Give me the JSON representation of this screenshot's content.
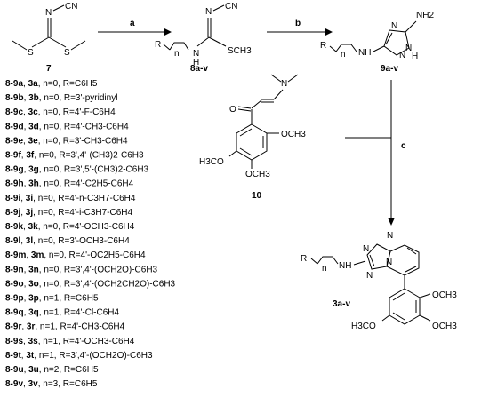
{
  "compounds": {
    "c7": "7",
    "c8": "8a-v",
    "c9": "9a-v",
    "c10": "10",
    "c3": "3a-v"
  },
  "arrows": {
    "a": "a",
    "b": "b",
    "c": "c"
  },
  "atoms": {
    "N": "N",
    "NH": "NH",
    "H": "H",
    "CN": "CN",
    "S": "S",
    "SCH3": "SCH3",
    "NH2": "NH2",
    "R": "R",
    "n": "n",
    "O": "O",
    "OCH3": "OCH3",
    "H3CO": "H3CO"
  },
  "substituent_list": [
    {
      "c89": "8-9a",
      "c3": "3a",
      "desc": ", n=0, R=C6H5"
    },
    {
      "c89": "8-9b",
      "c3": "3b",
      "desc": ", n=0, R=3'-pyridinyl"
    },
    {
      "c89": "8-9c",
      "c3": "3c",
      "desc": ", n=0, R=4'-F-C6H4"
    },
    {
      "c89": "8-9d",
      "c3": "3d",
      "desc": ", n=0, R=4'-CH3-C6H4"
    },
    {
      "c89": "8-9e",
      "c3": "3e",
      "desc": ", n=0, R=3'-CH3-C6H4"
    },
    {
      "c89": "8-9f",
      "c3": "3f",
      "desc": ", n=0, R=3',4'-(CH3)2-C6H3"
    },
    {
      "c89": "8-9g",
      "c3": "3g",
      "desc": ", n=0, R=3',5'-(CH3)2-C6H3"
    },
    {
      "c89": "8-9h",
      "c3": "3h",
      "desc": ", n=0, R=4'-C2H5-C6H4"
    },
    {
      "c89": "8-9i",
      "c3": "3i",
      "desc": ", n=0, R=4'-n-C3H7-C6H4"
    },
    {
      "c89": "8-9j",
      "c3": "3j",
      "desc": ", n=0, R=4'-i-C3H7-C6H4"
    },
    {
      "c89": "8-9k",
      "c3": "3k",
      "desc": ", n=0, R=4'-OCH3-C6H4"
    },
    {
      "c89": "8-9l",
      "c3": "3l",
      "desc": ", n=0, R=3'-OCH3-C6H4"
    },
    {
      "c89": "8-9m",
      "c3": "3m",
      "desc": ", n=0, R=4'-OC2H5-C6H4"
    },
    {
      "c89": "8-9n",
      "c3": "3n",
      "desc": ", n=0, R=3',4'-(OCH2O)-C6H3"
    },
    {
      "c89": "8-9o",
      "c3": "3o",
      "desc": ", n=0, R=3',4'-(OCH2CH2O)-C6H3"
    },
    {
      "c89": "8-9p",
      "c3": "3p",
      "desc": ", n=1, R=C6H5"
    },
    {
      "c89": "8-9q",
      "c3": "3q",
      "desc": ", n=1, R=4'-Cl-C6H4"
    },
    {
      "c89": "8-9r",
      "c3": "3r",
      "desc": ", n=1, R=4'-CH3-C6H4"
    },
    {
      "c89": "8-9s",
      "c3": "3s",
      "desc": ", n=1, R=4'-OCH3-C6H4"
    },
    {
      "c89": "8-9t",
      "c3": "3t",
      "desc": ", n=1, R=3',4'-(OCH2O)-C6H3"
    },
    {
      "c89": "8-9u",
      "c3": "3u",
      "desc": ", n=2, R=C6H5"
    },
    {
      "c89": "8-9v",
      "c3": "3v",
      "desc": ", n=3, R=C6H5"
    }
  ]
}
